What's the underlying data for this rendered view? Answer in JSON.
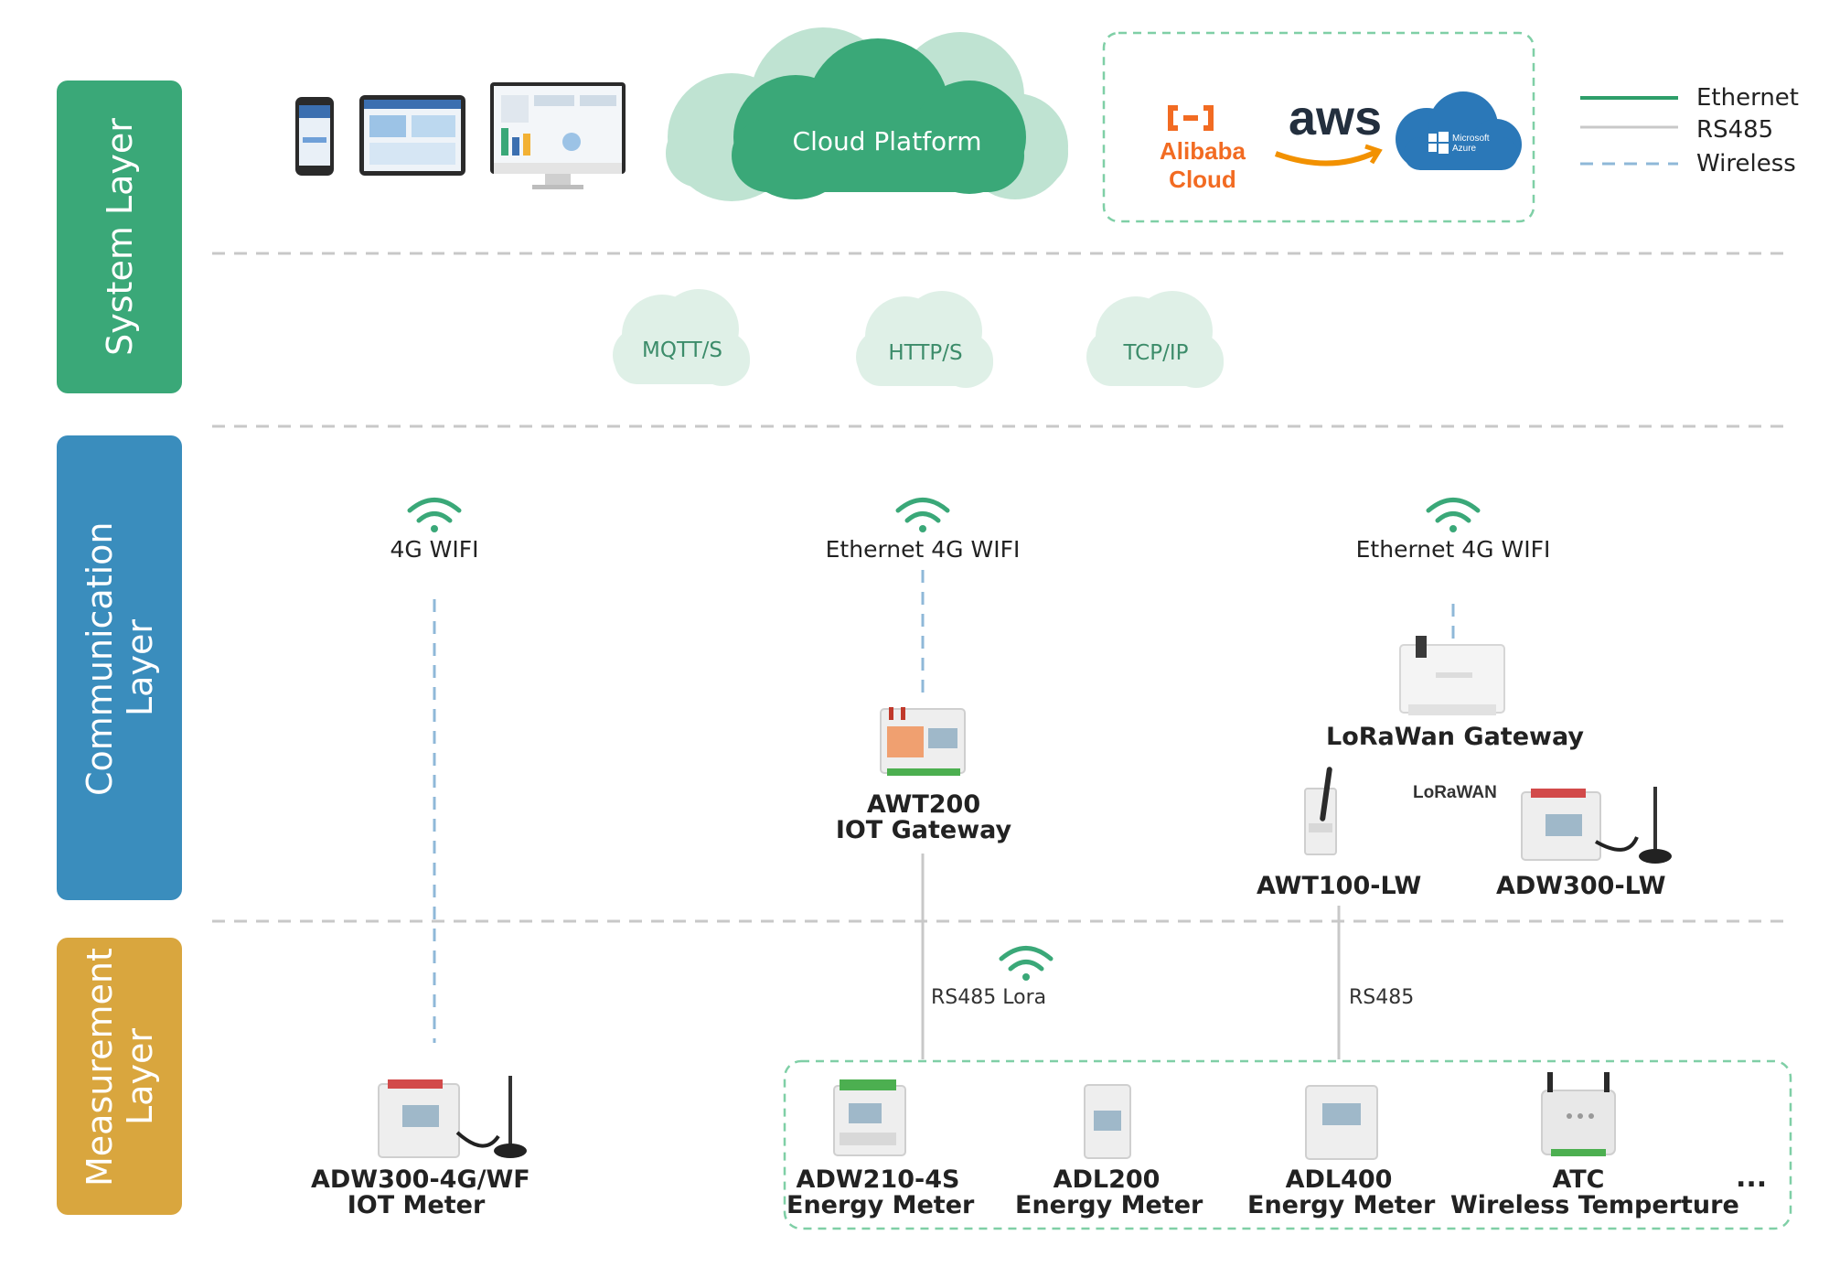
{
  "layers": {
    "system": "System Layer",
    "communication": "Communication Layer",
    "measurement": "Measurement Layer"
  },
  "cloud_platform": "Cloud Platform",
  "providers": {
    "alibaba": "Alibaba Cloud",
    "aws": "aws",
    "azure_line1": "Microsoft",
    "azure_line2": "Azure"
  },
  "legend": {
    "ethernet": "Ethernet",
    "rs485": "RS485",
    "wireless": "Wireless"
  },
  "protocols": [
    "MQTT/S",
    "HTTP/S",
    "TCP/IP"
  ],
  "comm_labels": {
    "left": "4G WIFI",
    "middle": "Ethernet 4G WIFI",
    "right": "Ethernet 4G WIFI"
  },
  "gateways": {
    "lorawan_gateway": "LoRaWan Gateway",
    "awt200_line1": "AWT200",
    "awt200_line2": "IOT Gateway",
    "awt100": "AWT100-LW",
    "adw300lw": "ADW300-LW",
    "lorawan_logo": "LoRaWAN"
  },
  "links": {
    "rs485_lora": "RS485  Lora",
    "rs485": "RS485"
  },
  "meters": {
    "adw300_line1": "ADW300-4G/WF",
    "adw300_line2": "IOT Meter",
    "adw210_line1": "ADW210-4S",
    "adw210_line2": "Energy Meter",
    "adl200_line1": "ADL200",
    "adl200_line2": "Energy Meter",
    "adl400_line1": "ADL400",
    "adl400_line2": "Energy Meter",
    "atc_line1": "ATC",
    "atc_line2": "Wireless Temperture",
    "more": "..."
  },
  "colors": {
    "system_layer": "#3aa878",
    "communication_layer": "#3a8dbd",
    "measurement_layer": "#d9a63e",
    "ethernet": "#2e9e6a",
    "rs485": "#c8c8c8",
    "wireless": "#8fb8d8",
    "cloud_dark": "#3aa878",
    "cloud_light": "#bfe3d2",
    "protocol_cloud": "#dff0e7",
    "wifi_icon": "#3aa878",
    "separator": "#c8c8c8",
    "group_border": "#7fcfa6",
    "alibaba": "#f26b22",
    "aws_text": "#232f3e",
    "aws_smile": "#f29100",
    "azure": "#2b78b8"
  }
}
